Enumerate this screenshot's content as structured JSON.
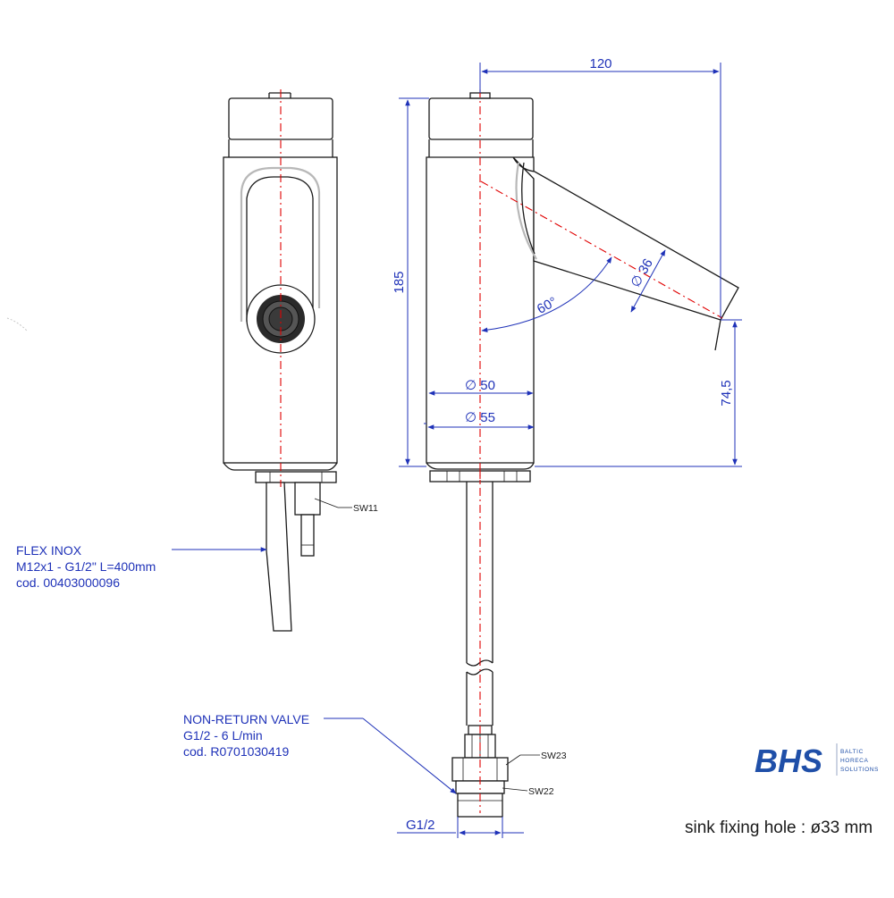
{
  "dimensions": {
    "width_top": "120",
    "height_total": "185",
    "outlet_height": "74,5",
    "body_diameter_inner": "∅ 50",
    "body_diameter_outer": "∅ 55",
    "spout_diameter": "∅ 36",
    "spout_angle": "60°",
    "thread_size": "G1/2"
  },
  "wrench_sizes": {
    "body_nut": "SW11",
    "valve_upper": "SW23",
    "valve_lower": "SW22"
  },
  "callouts": {
    "flex_hose": {
      "line1": "FLEX INOX",
      "line2": "M12x1 - G1/2\" L=400mm",
      "line3": "cod. 00403000096"
    },
    "non_return_valve": {
      "line1": "NON-RETURN VALVE",
      "line2": "G1/2 - 6 L/min",
      "line3": "cod. R0701030419"
    }
  },
  "note": "sink fixing hole : ø33 mm",
  "logo": {
    "mark": "BHS",
    "line1": "BALTIC",
    "line2": "HORECA",
    "line3": "SOLUTIONS",
    "color": "#1f4fa8"
  },
  "colors": {
    "centerline": "#e00000",
    "dimension": "#1f32b8",
    "outline": "#1a1a1a"
  }
}
